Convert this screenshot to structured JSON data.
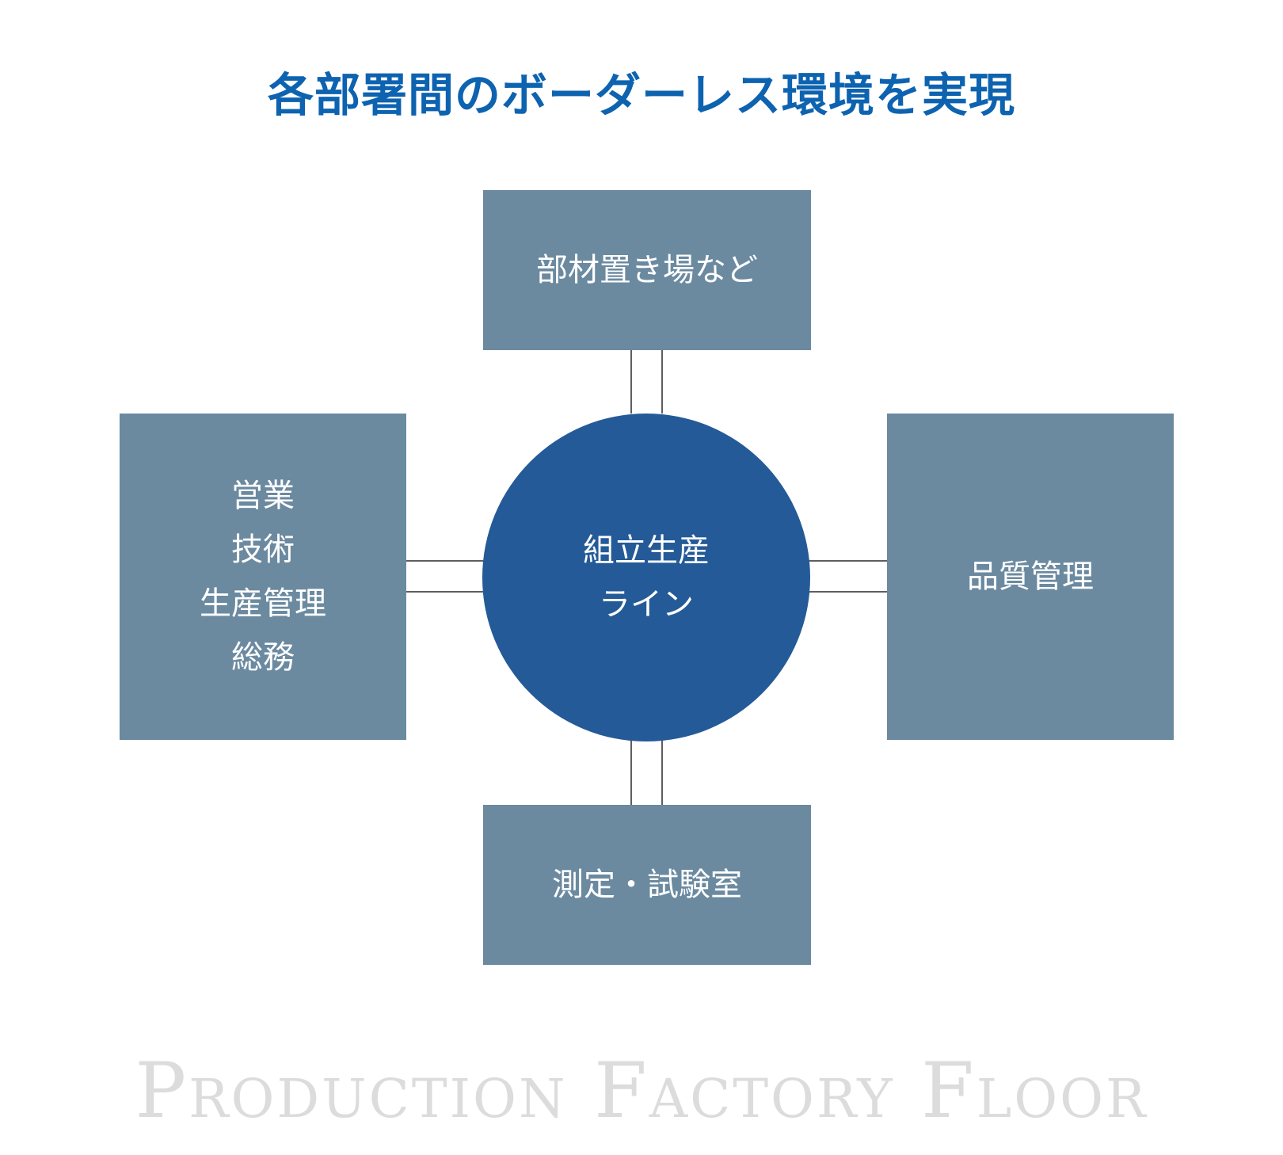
{
  "title": "各部署間のボーダーレス環境を実現",
  "center": {
    "lines": [
      "組立生産",
      "ライン"
    ]
  },
  "top_box": {
    "lines": [
      "部材置き場など"
    ]
  },
  "left_box": {
    "lines": [
      "営業",
      "技術",
      "生産管理",
      "総務"
    ]
  },
  "right_box": {
    "lines": [
      "品質管理"
    ]
  },
  "bottom_box": {
    "lines": [
      "測定・試験室"
    ]
  },
  "footer": "Production Factory Floor",
  "colors": {
    "title": "#0d63b0",
    "box": "#6b8aa0",
    "center": "#245a98",
    "connector": "#5e5e5e",
    "footer": "#dcdcdc"
  }
}
